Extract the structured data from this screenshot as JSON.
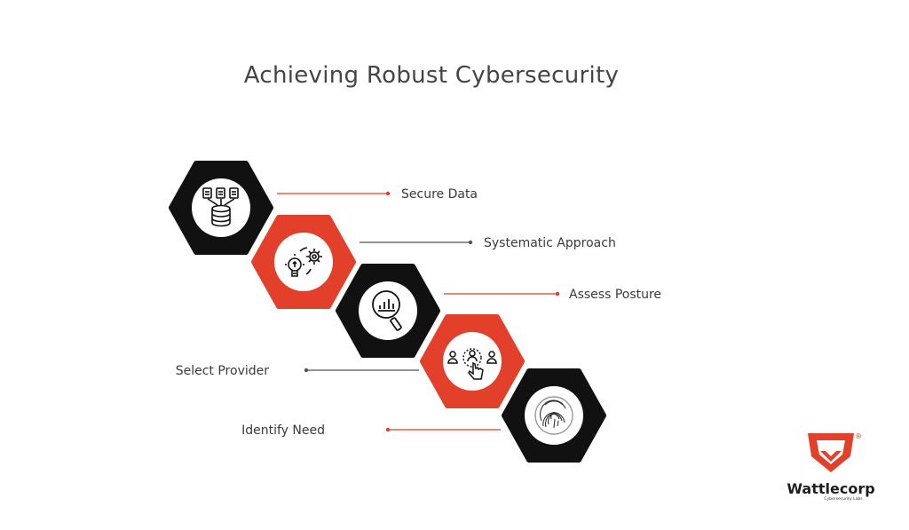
{
  "title": "Achieving Robust Cybersecurity",
  "colors": {
    "dark": "#111111",
    "accent": "#e2402a",
    "line_dark": "#555555"
  },
  "steps": [
    {
      "label": "Secure Data",
      "icon": "database-icon",
      "color": "dark"
    },
    {
      "label": "Systematic Approach",
      "icon": "lightbulb-gear-icon",
      "color": "accent"
    },
    {
      "label": "Assess Posture",
      "icon": "magnifier-chart-icon",
      "color": "dark"
    },
    {
      "label": "Select Provider",
      "icon": "user-select-icon",
      "color": "accent"
    },
    {
      "label": "Identify Need",
      "icon": "fingerprint-icon",
      "color": "dark"
    }
  ],
  "brand": {
    "name": "Wattlecorp",
    "tagline": "Cybersecurity Labs",
    "registered": "®"
  }
}
